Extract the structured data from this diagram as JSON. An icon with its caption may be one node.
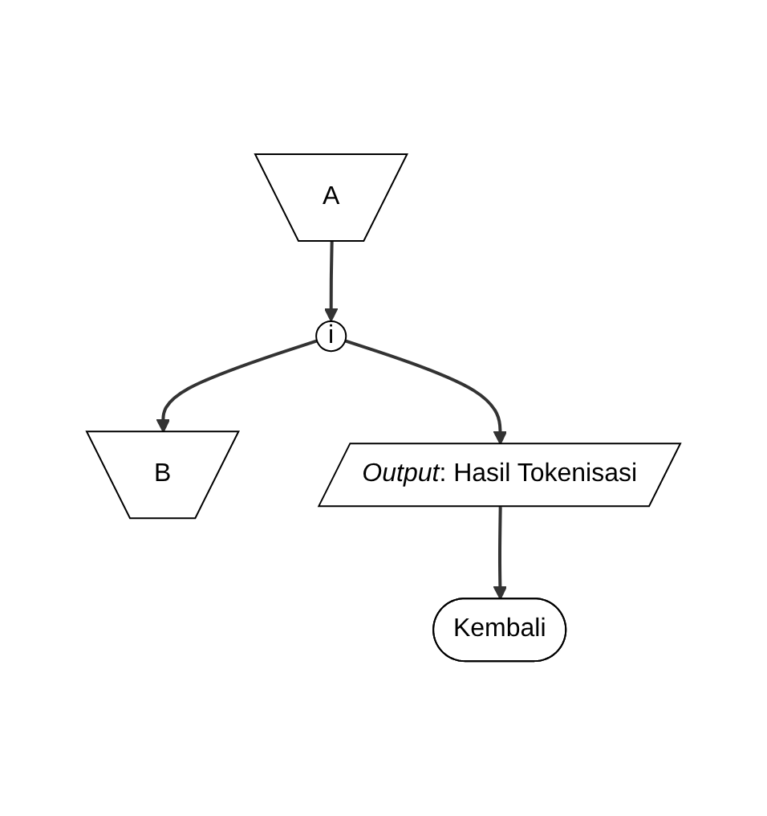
{
  "diagram": {
    "nodes": [
      {
        "text": [
          "A"
        ]
      },
      {
        "text": [
          "B"
        ]
      },
      {
        "text": [
          "i"
        ]
      },
      {
        "text": [
          "*Output*: Hasil Tokenisasi"
        ]
      },
      {
        "text": [
          "Kembali"
        ]
      }
    ],
    "edges": [
      {
        "from": 0,
        "to": 2,
        "arrow": "to"
      },
      {
        "from": 2,
        "to": 1,
        "arrow": "to"
      },
      {
        "from": 2,
        "to": 3,
        "arrow": "to"
      },
      {
        "from": 3,
        "to": 4,
        "arrow": "to"
      }
    ]
  }
}
